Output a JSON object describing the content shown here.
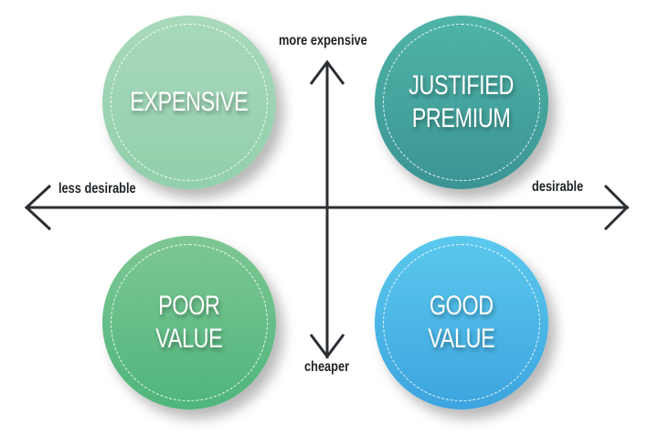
{
  "diagram": {
    "type": "quadrant-matrix",
    "axes": {
      "x": {
        "left_label": "less desirable",
        "right_label": "desirable"
      },
      "y": {
        "top_label": "more expensive",
        "bottom_label": "cheaper"
      },
      "color": "#2b2f33"
    },
    "quadrants": [
      {
        "position": "top-left",
        "lines": [
          "EXPENSIVE"
        ],
        "color_top": "#a6d8b9",
        "color_bottom": "#93cfac"
      },
      {
        "position": "top-right",
        "lines": [
          "JUSTIFIED",
          "PREMIUM"
        ],
        "color_top": "#4fb3a6",
        "color_bottom": "#3d9696"
      },
      {
        "position": "bottom-left",
        "lines": [
          "POOR",
          "VALUE"
        ],
        "color_top": "#7cc692",
        "color_bottom": "#4fb57c"
      },
      {
        "position": "bottom-right",
        "lines": [
          "GOOD",
          "VALUE"
        ],
        "color_top": "#5ac8ec",
        "color_bottom": "#3fa5e0"
      }
    ]
  }
}
